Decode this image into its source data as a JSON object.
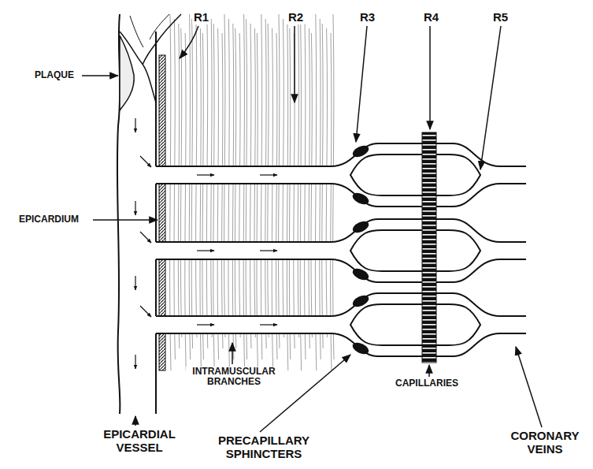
{
  "diagram": {
    "labels": [
      "R1",
      "R2",
      "R3",
      "R4",
      "R5",
      "PLAQUE",
      "EPICARDIUM",
      "INTRAMUSCULAR BRANCHES",
      "CAPILLARIES",
      "EPICARDIAL VESSEL",
      "PRECAPILLARY SPHINCTERS",
      "CORONARY VEINS"
    ]
  }
}
